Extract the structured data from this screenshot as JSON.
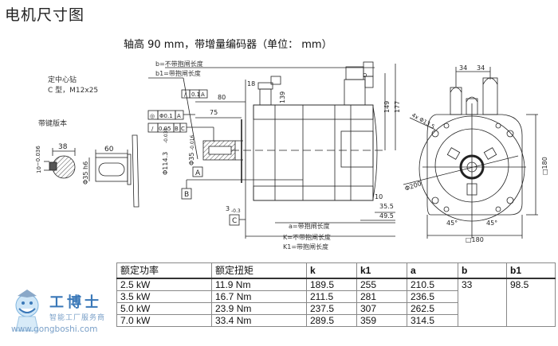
{
  "page": {
    "title": "电机尺寸图",
    "subtitle": "轴高 90 mm，带增量编码器（单位： mm）"
  },
  "drawing": {
    "notes": {
      "center_drill_title": "定中心钻",
      "center_drill_spec": "C 型，M12x25",
      "keyed_version": "带键版本",
      "b_label": "b=不带抱闸长度",
      "b1_label": "b1=带抱闸长度",
      "a_label": "a=带抱闸长度",
      "k_label": "K=不带抱闸长度",
      "k1_label": "K1=带抱闸长度"
    },
    "tolerances": {
      "runout_01": {
        "symbol": "/",
        "value": "0.1",
        "datum": "A"
      },
      "concentricity": {
        "symbol": "◎",
        "value": "Φ0.1",
        "datum": "A"
      },
      "runout_005": {
        "symbol": "/",
        "value": "0.05",
        "datum": "B",
        "datum2": "C"
      }
    },
    "datums": [
      "A",
      "B",
      "C"
    ],
    "dimensions": {
      "key_width": "10",
      "key_width_tol": "-0.036",
      "key_depth": "38",
      "shaft_length": "60",
      "shaft_dia": "Φ35 h6",
      "shaft_dia_main": "Φ35",
      "shaft_dia_tol": "-0.016",
      "spigot_dia": "Φ114.3",
      "spigot_tol": "-0.035",
      "flange_80": "80",
      "flange_75": "75",
      "offset_18": "18",
      "connector_139": "139",
      "height_149": "149",
      "height_177": "177",
      "flange_3": "3",
      "flange_3_tol": "-0.3",
      "dim_35_5": "35.5",
      "dim_49_5": "49.5",
      "dim_10": "10",
      "conn_spacing_1": "34",
      "conn_spacing_2": "34",
      "holes": "4x Φ13.5",
      "pcd": "Φ200",
      "square_h": "□180",
      "square_w": "□180",
      "angle_1": "45°",
      "angle_2": "45°",
      "d_box": "D"
    }
  },
  "table": {
    "headers": [
      "额定功率",
      "额定扭矩",
      "k",
      "k1",
      "a",
      "b",
      "b1"
    ],
    "rows": [
      [
        "2.5 kW",
        "11.9 Nm",
        "189.5",
        "255",
        "210.5"
      ],
      [
        "3.5 kW",
        "16.7 Nm",
        "211.5",
        "281",
        "236.5"
      ],
      [
        "5.0 kW",
        "23.9 Nm",
        "237.5",
        "307",
        "262.5"
      ],
      [
        "7.0 kW",
        "33.4 Nm",
        "289.5",
        "359",
        "314.5"
      ]
    ],
    "b_value": "33",
    "b1_value": "98.5"
  },
  "watermark": {
    "brand": "工博士",
    "tagline": "智能工厂服务商",
    "url": "www.gongboshi.com"
  },
  "colors": {
    "line": "#222222",
    "table_border": "#888888",
    "watermark_blue": "#3a78b8"
  }
}
